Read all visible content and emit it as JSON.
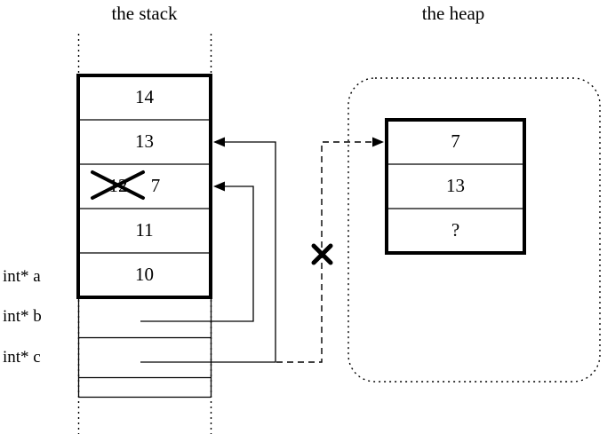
{
  "titles": {
    "stack": "the stack",
    "heap": "the heap"
  },
  "stack": {
    "rows": [
      "14",
      "13",
      "12",
      "11",
      "10"
    ],
    "crossed_out_value": "12",
    "overwrite_value": "7"
  },
  "heap": {
    "rows": [
      "7",
      "13",
      "?"
    ]
  },
  "labels": {
    "a": "int* a",
    "b": "int* b",
    "c": "int* c"
  },
  "colors": {
    "ink": "#000000",
    "background": "#ffffff"
  }
}
